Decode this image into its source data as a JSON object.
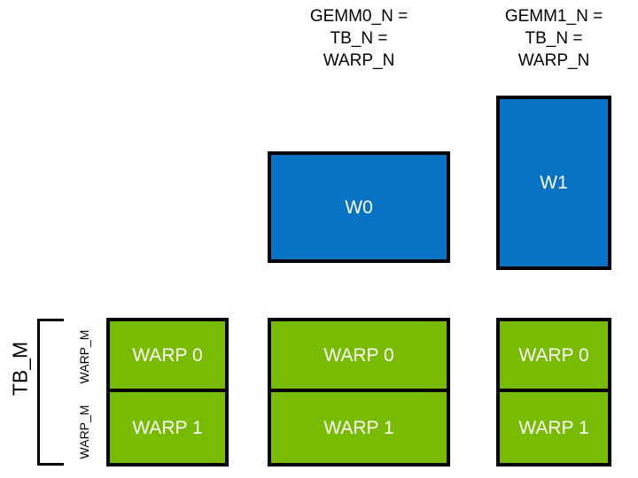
{
  "diagram": {
    "title": "GEMM warp tiling layout",
    "background_color": "#ffffff",
    "colors": {
      "blue_block": "#0873c4",
      "green_block": "#77bc00",
      "border": "#000000",
      "block_text": "#ffffff",
      "label_text": "#000000"
    }
  },
  "headers": [
    {
      "id": "gemm0",
      "lines": [
        "GEMM0_N =",
        "TB_N =",
        "WARP_N"
      ]
    },
    {
      "id": "gemm1",
      "lines": [
        "GEMM1_N =",
        "TB_N =",
        "WARP_N"
      ]
    }
  ],
  "blue_blocks": [
    {
      "id": "w0",
      "label": "W0"
    },
    {
      "id": "w1",
      "label": "W1"
    }
  ],
  "green_columns": [
    {
      "id": "col0",
      "cells": [
        {
          "label": "WARP 0"
        },
        {
          "label": "WARP 1"
        }
      ]
    },
    {
      "id": "col1",
      "cells": [
        {
          "label": "WARP 0"
        },
        {
          "label": "WARP 1"
        }
      ]
    },
    {
      "id": "col2",
      "cells": [
        {
          "label": "WARP 0"
        },
        {
          "label": "WARP 1"
        }
      ]
    }
  ],
  "axis_labels": {
    "tb_m": "TB_M",
    "warp_m_top": "WARP_M",
    "warp_m_bottom": "WARP_M"
  }
}
